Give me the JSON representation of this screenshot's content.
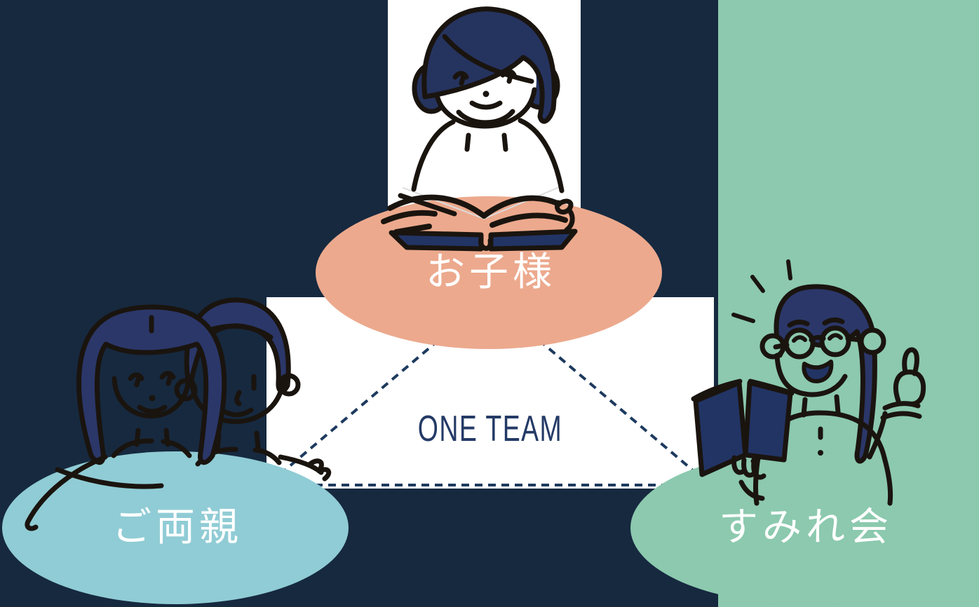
{
  "colors": {
    "bg-navy": "#16293f",
    "panel-white": "#ffffff",
    "green": "#8cc9ae",
    "salmon": "#eca98d",
    "light-blue": "#90ccd5",
    "label-white": "#ffffff",
    "team-navy": "#243a66",
    "dash-navy": "#1d3a5e",
    "ink": "#1a140f",
    "hair-indigo": "#2b3769",
    "hair-navy": "#25335f",
    "book-navy": "#223464",
    "page-gray": "#dcdcdc"
  },
  "diagram": {
    "center_label": "ONE TEAM",
    "nodes": {
      "child": {
        "label": "お子様"
      },
      "parents": {
        "label": "ご両親"
      },
      "organization": {
        "label": "すみれ会"
      }
    },
    "illustrations": {
      "child": "child-reading-book-illustration",
      "parents": "parents-couple-illustration",
      "organization": "teacher-with-book-thumbs-up-illustration"
    }
  }
}
